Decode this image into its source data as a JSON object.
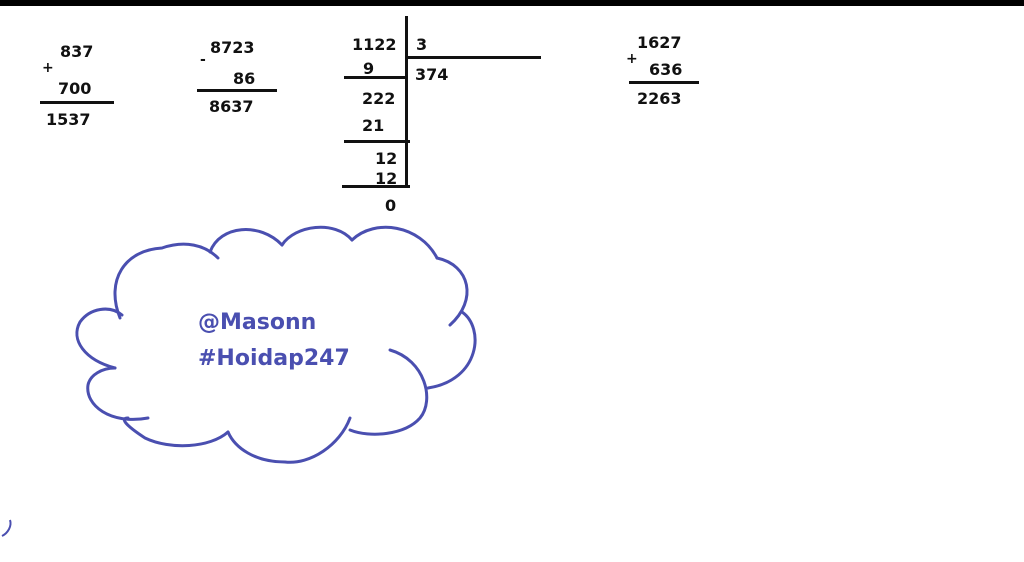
{
  "addition1": {
    "operator": "+",
    "a": "837",
    "b": "700",
    "result": "1537"
  },
  "subtraction": {
    "operator": "-",
    "a": "8723",
    "b": "86",
    "result": "8637"
  },
  "division": {
    "dividend": "1122",
    "divisor": "3",
    "quotient": "374",
    "step1_sub": "9",
    "step2_rem": "222",
    "step2_sub": "21",
    "step3_rem": "12",
    "step3_sub": "12",
    "final_rem": "0"
  },
  "addition2": {
    "operator": "+",
    "a": "1627",
    "b": "636",
    "result": "2263"
  },
  "cloud": {
    "line1": "@Masonn",
    "line2": "#Hoidap247"
  },
  "colors": {
    "ink": "#111111",
    "cloud": "#4a4fb0"
  }
}
